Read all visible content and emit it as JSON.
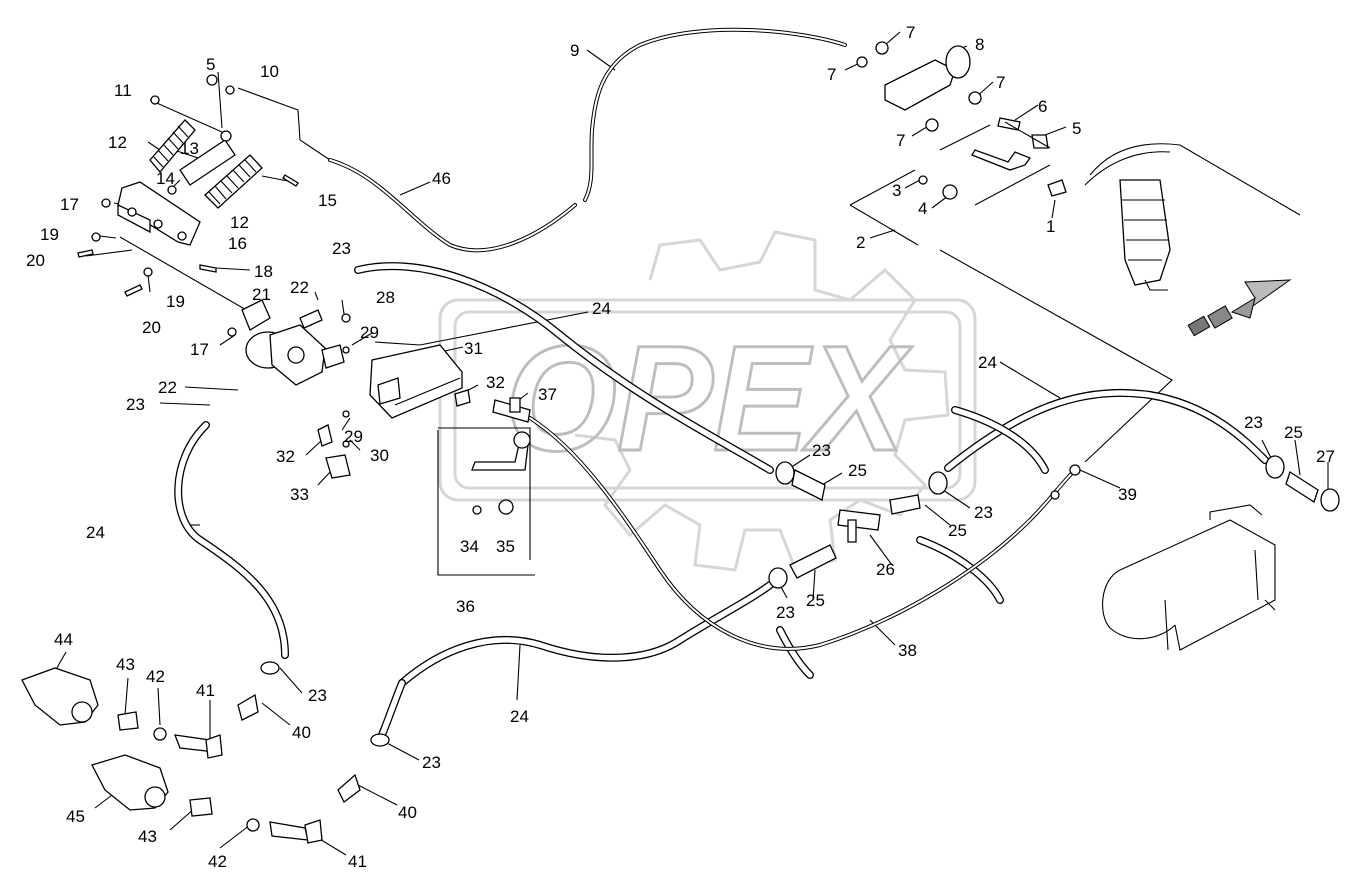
{
  "watermark": {
    "text": "OPEX"
  },
  "callouts": [
    "1",
    "2",
    "3",
    "4",
    "5",
    "6",
    "7",
    "8",
    "9",
    "10",
    "11",
    "12",
    "13",
    "14",
    "15",
    "16",
    "17",
    "18",
    "19",
    "20",
    "21",
    "22",
    "23",
    "24",
    "25",
    "26",
    "27",
    "28",
    "29",
    "30",
    "31",
    "32",
    "33",
    "34",
    "35",
    "36",
    "37",
    "38",
    "39",
    "40",
    "41",
    "42",
    "43",
    "44",
    "45",
    "46"
  ]
}
